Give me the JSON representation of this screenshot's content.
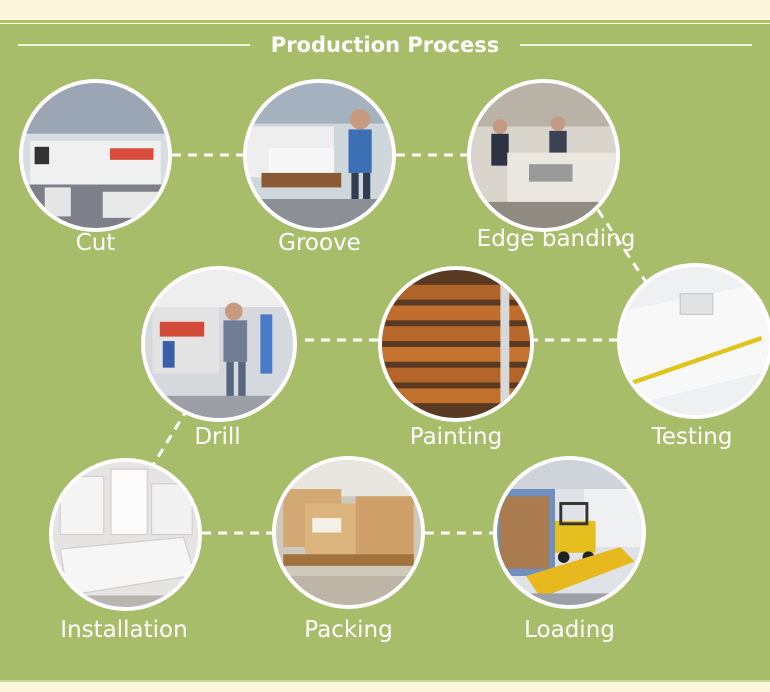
{
  "title": "Production Process",
  "colors": {
    "panel": "#a7bd6a",
    "cream": "#fbf6dc",
    "connector": "#ffffff"
  },
  "steps": [
    {
      "label": "Cut",
      "icon": "panel-saw-machine-photo"
    },
    {
      "label": "Groove",
      "icon": "worker-grooving-photo"
    },
    {
      "label": "Edge banding",
      "icon": "edge-banding-machine-photo"
    },
    {
      "label": "Drill",
      "icon": "drilling-machine-photo"
    },
    {
      "label": "Painting",
      "icon": "painted-doors-rack-photo"
    },
    {
      "label": "Testing",
      "icon": "measuring-tape-panel-photo"
    },
    {
      "label": "Installation",
      "icon": "cabinet-assembly-photo"
    },
    {
      "label": "Packing",
      "icon": "packed-boxes-pallet-photo"
    },
    {
      "label": "Loading",
      "icon": "forklift-container-photo"
    }
  ]
}
